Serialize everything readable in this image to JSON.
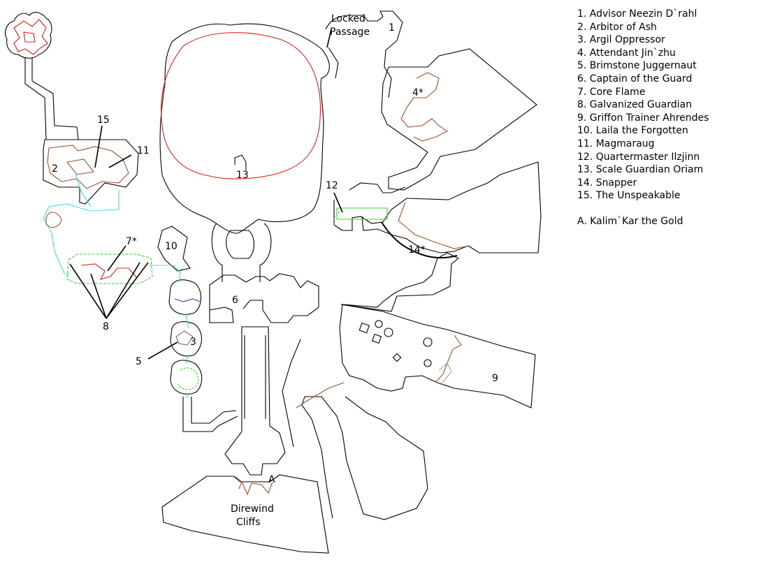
{
  "map": {
    "labels": {
      "locked_passage_line1": "Locked",
      "locked_passage_line2": "Passage",
      "direwind_line1": "Direwind",
      "direwind_line2": "Cliffs",
      "m1": "1",
      "m2": "2",
      "m3": "3",
      "m4": "4*",
      "m5": "5",
      "m6": "6",
      "m7": "7*",
      "m8": "8",
      "m9": "9",
      "m10": "10",
      "m11": "11",
      "m12": "12",
      "m13": "13",
      "m14": "14*",
      "m15": "15",
      "mA": "A"
    },
    "colors": {
      "walls": "#000000",
      "path_red": "#e02020",
      "path_brown": "#a0522d",
      "path_cyan": "#40e0e0",
      "path_green": "#40d040",
      "path_blue": "#3040c0",
      "path_purple": "#806090"
    }
  },
  "legend": {
    "entries": [
      "1. Advisor Neezin D`rahl",
      "2. Arbitor of Ash",
      "3. Argil Oppressor",
      "4. Attendant Jin`zhu",
      "5. Brimstone Juggernaut",
      "6. Captain of the Guard",
      "7. Core Flame",
      "8. Galvanized Guardian",
      "9. Griffon Trainer Ahrendes",
      "10. Laila the Forgotten",
      "11. Magmaraug",
      "12. Quartermaster Ilzjinn",
      "13. Scale Guardian Oriam",
      "14. Snapper",
      "15. The Unspeakable"
    ],
    "extra": "A. Kalim`Kar the Gold"
  }
}
